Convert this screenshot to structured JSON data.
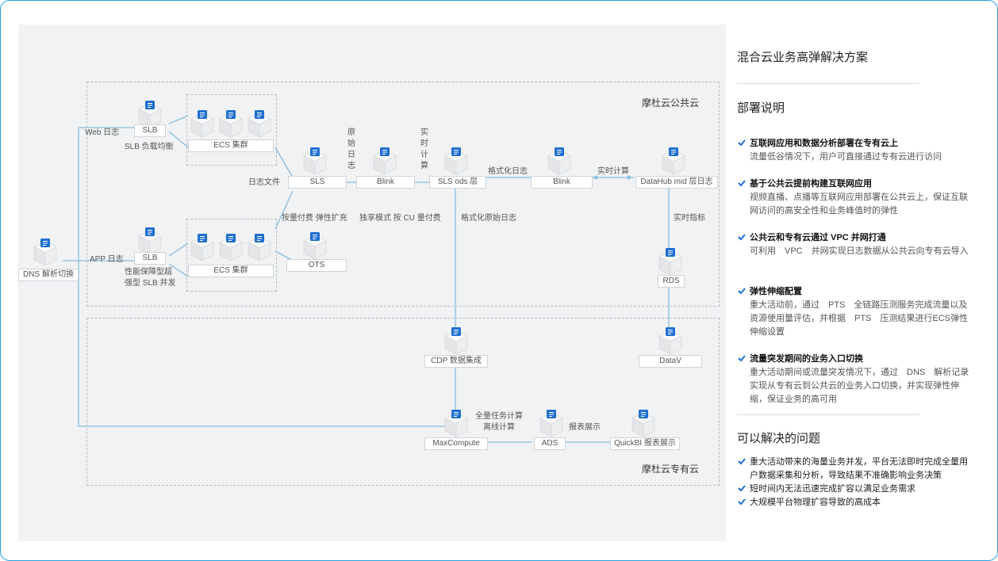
{
  "diagram": {
    "regions": {
      "public_cloud": "摩杜云公共云",
      "private_cloud": "摩杜云专有云"
    },
    "nodes": {
      "dns": "DNS 解析切换",
      "slb_web": "SLB",
      "slb_app": "SLB",
      "ecs_web": "ECS 集群",
      "ecs_app": "ECS 集群",
      "sls": "SLS",
      "blink1": "Blink",
      "sls_ods": "SLS ods 层",
      "blink2": "Blink",
      "datahub": "DataHub mid 层日志",
      "ots": "OTS",
      "rds": "RDS",
      "datav": "DataV",
      "cdp": "CDP 数据集成",
      "maxcompute": "MaxCompute",
      "ads": "ADS",
      "quickbi": "QuickBI 报表展示"
    },
    "labels": {
      "web_log": "Web 日志",
      "app_log": "APP 日志",
      "slb_lb": "SLB 负载均衡",
      "slb_perf_1": "性能保障型超",
      "slb_perf_2": "强型 SLB 并发",
      "log_file": "日志文件",
      "raw_log": "原始日志",
      "realtime_calc_v": "实时计算",
      "format_log": "格式化日志",
      "realtime_calc": "实时计算",
      "realtime_metric": "实时指标",
      "pay_scale": "按量付费 弹性扩充",
      "exclusive_mode": "独享模式 按 CU 量付费",
      "format_raw_log": "格式化原始日志",
      "full_task_1": "全量任务计算",
      "full_task_2": "离线计算",
      "report_show": "报表展示"
    }
  },
  "panel": {
    "title": "混合云业务高弹解决方案",
    "deploy_heading": "部署说明",
    "items": [
      {
        "head": "互联网应用和数据分析部署在专有云上",
        "body": "流量低谷情况下，用户可直接通过专有云进行访问"
      },
      {
        "head": "基于公共云提前构建互联网应用",
        "body": "视频直播、点播等互联网应用部署在公共云上，保证互联网访问的高安全性和业务峰值时的弹性"
      },
      {
        "head": "公共云和专有云通过 VPC 并网打通",
        "body": "可利用　VPC　并网实现日志数据从公共云向专有云导入"
      },
      {
        "head": "弹性伸缩配置",
        "body": "重大活动前，通过　PTS　全链路压测服务完成流量以及资源使用量评估，并根据　PTS　压测结果进行ECS弹性伸缩设置"
      },
      {
        "head": "流量突发期间的业务入口切换",
        "body": "重大活动期间或流量突发情况下，通过　DNS　解析记录实现从专有云到公共云的业务入口切换，并实现弹性伸缩，保证业务的高可用"
      }
    ],
    "problems_heading": "可以解决的问题",
    "problems": [
      "重大活动带来的海量业务并发，平台无法即时完成全量用户数据采集和分析，导致结果不准确影响业务决策",
      "短时间内无法迅速完成扩容以满足业务需求",
      "大规模平台物理扩容导致的高成本"
    ],
    "colors": {
      "accent": "#1e6fd9",
      "line": "#7fb6de",
      "box_border": "#cfd4d9"
    }
  }
}
